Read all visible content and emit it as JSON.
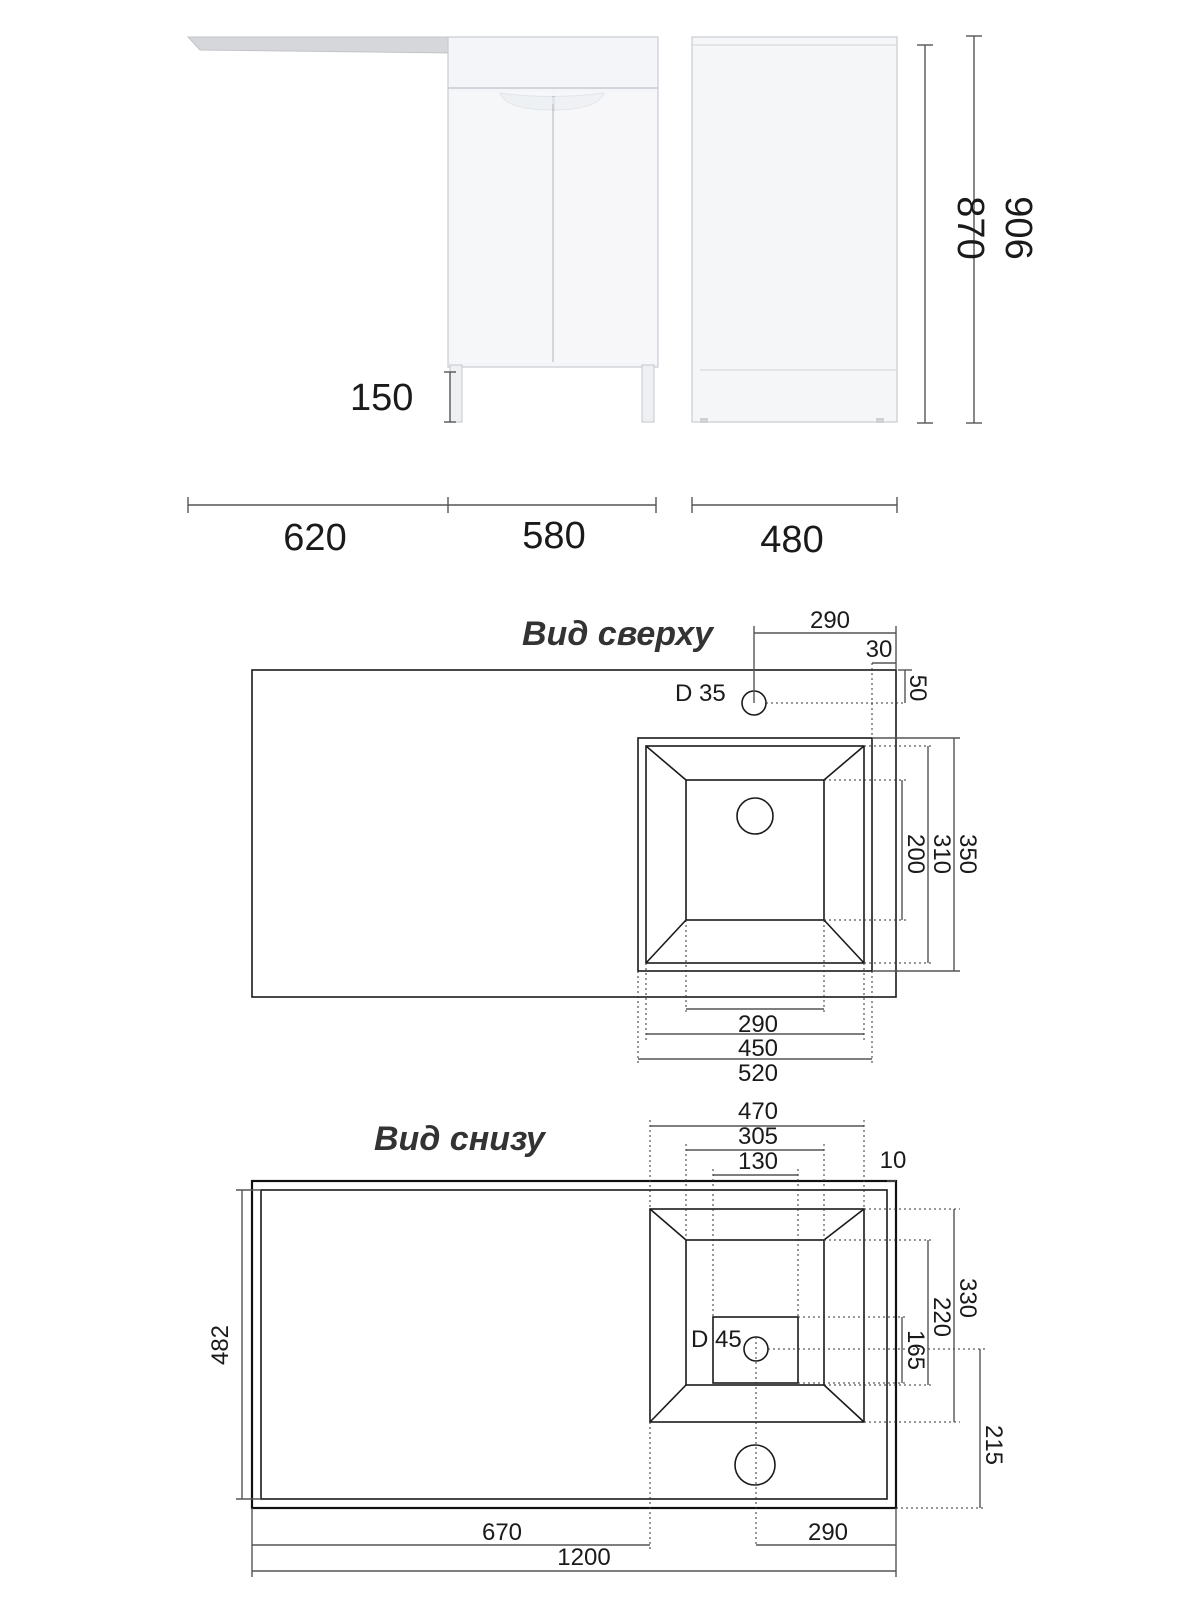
{
  "front_view": {
    "dim_height_870": "870",
    "dim_height_906": "906",
    "dim_leg_150": "150",
    "dim_shelf_620": "620",
    "dim_cabinet_580": "580",
    "dim_depth_480": "480"
  },
  "top_view": {
    "title": "Вид сверху",
    "dim_290_top": "290",
    "dim_30": "30",
    "dim_50": "50",
    "hole_label": "D 35",
    "dim_350": "350",
    "dim_310": "310",
    "dim_200": "200",
    "dim_290_bottom": "290",
    "dim_450": "450",
    "dim_520": "520"
  },
  "bottom_view": {
    "title": "Вид снизу",
    "dim_470": "470",
    "dim_305": "305",
    "dim_130": "130",
    "dim_10": "10",
    "dim_330": "330",
    "dim_220": "220",
    "dim_165": "165",
    "dim_215": "215",
    "hole_label": "D 45",
    "dim_482": "482",
    "dim_670": "670",
    "dim_290": "290",
    "dim_1200": "1200"
  }
}
